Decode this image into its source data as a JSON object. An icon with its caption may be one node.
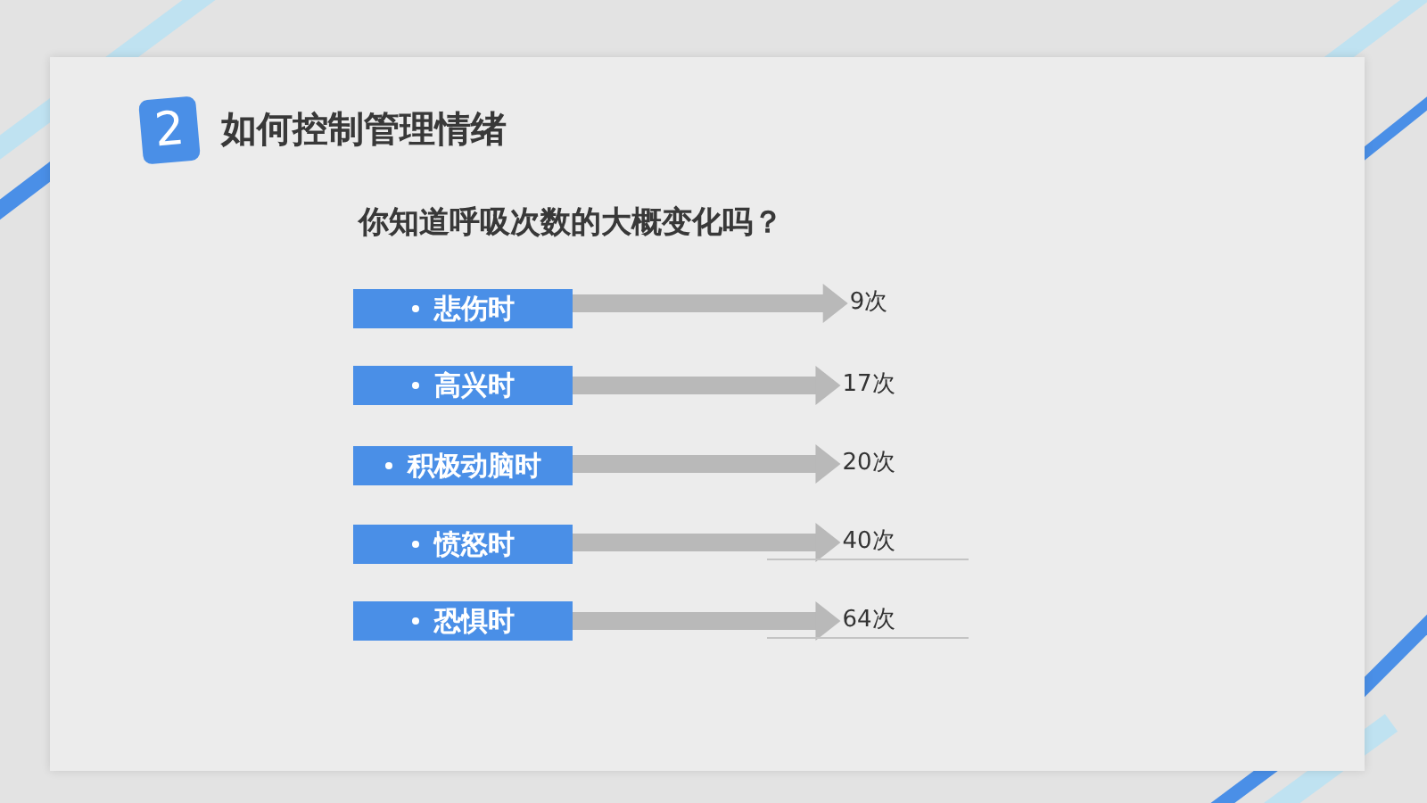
{
  "diagram": {
    "title": "如何控制管理情绪",
    "nodes": [
      {
        "text": [
          "2"
        ]
      },
      {
        "text": [
          "悲伤时"
        ]
      },
      {
        "text": [
          "高兴时"
        ]
      },
      {
        "text": [
          "积极动脑时"
        ]
      },
      {
        "text": [
          "愤怒时"
        ]
      },
      {
        "text": [
          "恐惧时"
        ]
      },
      {
        "text": [
          "9次"
        ]
      },
      {
        "text": [
          "17次"
        ]
      },
      {
        "text": [
          "20次"
        ]
      },
      {
        "text": [
          "40次"
        ]
      },
      {
        "text": [
          "64次"
        ]
      }
    ],
    "edges": [
      {
        "from": 1,
        "to": 6,
        "arrow": "to"
      },
      {
        "from": 2,
        "to": 7,
        "arrow": "to"
      },
      {
        "from": 3,
        "to": 8,
        "arrow": "to"
      },
      {
        "from": 4,
        "to": 9,
        "arrow": "to"
      },
      {
        "from": 5,
        "to": 10,
        "arrow": "to"
      }
    ],
    "labels": [
      "你知道呼吸次数的大概变化吗？"
    ]
  }
}
